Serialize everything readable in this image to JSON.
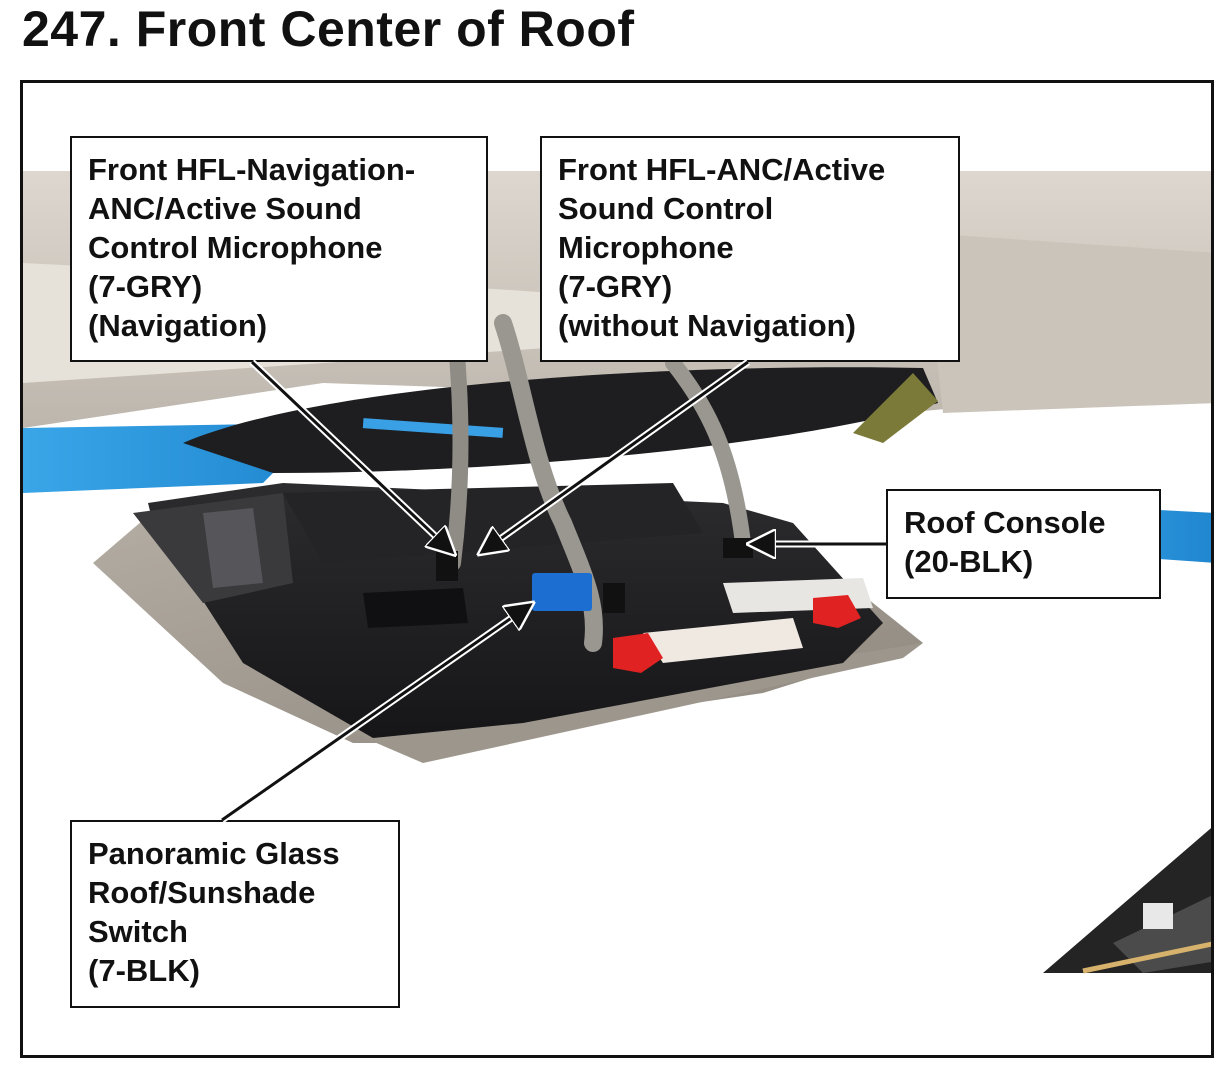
{
  "figure": {
    "title": "247.  Front Center of Roof"
  },
  "callouts": {
    "nav_mic": [
      "Front HFL-Navigation-",
      "ANC/Active Sound",
      "Control Microphone",
      "(7-GRY)",
      "(Navigation)"
    ],
    "anc_mic": [
      "Front HFL-ANC/Active",
      "Sound Control",
      "Microphone",
      "(7-GRY)",
      "(without Navigation)"
    ],
    "roof_console": [
      "Roof Console",
      "(20-BLK)"
    ],
    "sunshade_switch": [
      "Panoramic Glass",
      "Roof/Sunshade",
      "Switch",
      "(7-BLK)"
    ]
  },
  "colors": {
    "connector_blue": "#1c6fd1",
    "clip_red": "#e02222",
    "headliner": "#cfc9c0",
    "sky": "#2f9be0"
  }
}
